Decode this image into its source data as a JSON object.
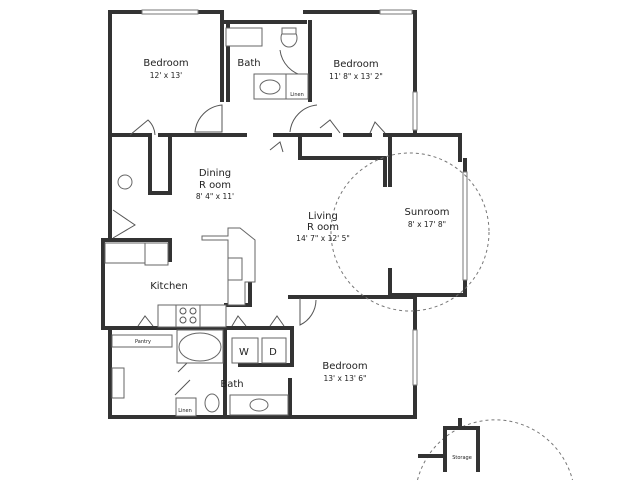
{
  "rooms": {
    "bedroom1": {
      "name": "Bedroom",
      "dims": "12' x 13'"
    },
    "bath1": {
      "name": "Bath"
    },
    "bedroom2": {
      "name": "Bedroom",
      "dims": "11' 8\" x 13' 2\""
    },
    "dining": {
      "name_1": "Dining",
      "name_2": "R oom",
      "dims": "8' 4\" x 11'"
    },
    "living": {
      "name_1": "Living",
      "name_2": "R oom",
      "dims": "14' 7\" x 12' 5\""
    },
    "sunroom": {
      "name": "Sunroom",
      "dims": "8' x 17' 8\""
    },
    "kitchen": {
      "name": "Kitchen"
    },
    "bedroom3": {
      "name": "Bedroom",
      "dims": "13' x 13' 6\""
    },
    "bath2": {
      "name": "Bath"
    }
  },
  "labels": {
    "linen1": "Linen",
    "linen2": "Linen",
    "pantry": "Pantry",
    "washer": "W",
    "dryer": "D",
    "storage": "Storage"
  }
}
